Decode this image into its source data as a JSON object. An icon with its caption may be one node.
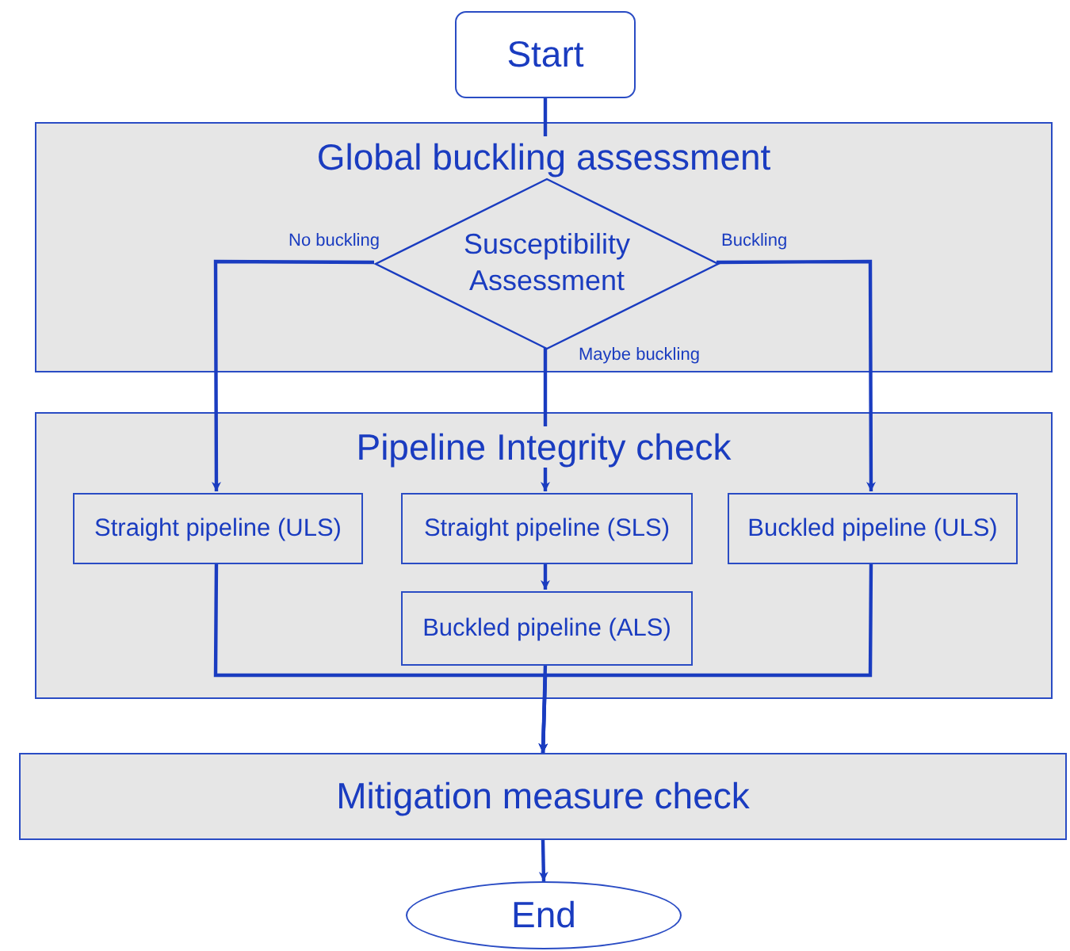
{
  "diagram": {
    "nodes": [
      {
        "text": [
          "Start"
        ]
      },
      {
        "text": [
          "Global buckling assessment"
        ]
      },
      {
        "text": [
          "Susceptibility Assessment"
        ],
        "in": 1
      },
      {
        "text": [
          "Pipeline Integrity check"
        ]
      },
      {
        "text": [
          "Straight pipeline (ULS)"
        ],
        "in": 3
      },
      {
        "text": [
          "Straight pipeline (SLS)"
        ],
        "in": 3
      },
      {
        "text": [
          "Buckled pipeline (ULS)"
        ],
        "in": 3
      },
      {
        "text": [
          "Buckled pipeline (ALS)"
        ],
        "in": 3
      },
      {
        "text": [
          "Mitigation measure check"
        ]
      },
      {
        "text": [
          "End"
        ]
      }
    ],
    "edges": [
      {
        "from": 0,
        "to": 2,
        "arrow": "none"
      },
      {
        "from": 2,
        "to": 4,
        "arrow": "to",
        "label": "No buckling"
      },
      {
        "from": 2,
        "to": 5,
        "arrow": "to",
        "label": "Maybe buckling"
      },
      {
        "from": 2,
        "to": 6,
        "arrow": "to",
        "label": "Buckling"
      },
      {
        "from": 5,
        "to": 7,
        "arrow": "to"
      },
      {
        "from": 4,
        "to": 8,
        "arrow": "to"
      },
      {
        "from": 7,
        "to": 8,
        "arrow": "to"
      },
      {
        "from": 6,
        "to": 8,
        "arrow": "to"
      },
      {
        "from": 8,
        "to": 9,
        "arrow": "to"
      }
    ]
  }
}
